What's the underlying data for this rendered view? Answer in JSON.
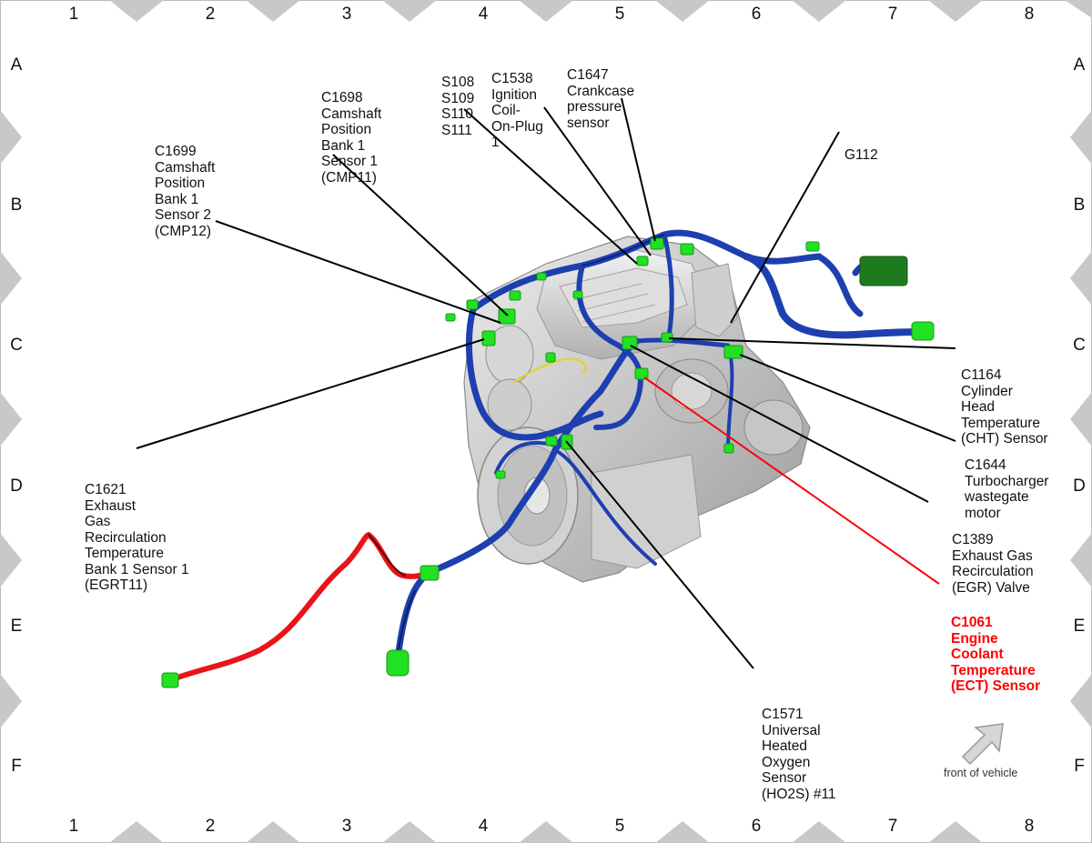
{
  "grid": {
    "columns": [
      "1",
      "2",
      "3",
      "4",
      "5",
      "6",
      "7",
      "8"
    ],
    "rows": [
      "A",
      "B",
      "C",
      "D",
      "E",
      "F"
    ]
  },
  "callouts": [
    {
      "id": "c1699",
      "lines": [
        "C1699",
        "Camshaft",
        "Position",
        "Bank 1",
        "Sensor 2",
        "(CMP12)"
      ]
    },
    {
      "id": "c1698",
      "lines": [
        "C1698",
        "Camshaft",
        "Position",
        "Bank 1",
        "Sensor 1",
        "(CMP11)"
      ]
    },
    {
      "id": "s108",
      "lines": [
        "S108",
        "S109",
        "S110",
        "S111"
      ]
    },
    {
      "id": "c1538",
      "lines": [
        "C1538",
        "Ignition",
        "Coil-",
        "On-Plug",
        "1"
      ]
    },
    {
      "id": "c1647",
      "lines": [
        "C1647",
        "Crankcase",
        "pressure",
        "sensor"
      ]
    },
    {
      "id": "g112",
      "lines": [
        "G112"
      ]
    },
    {
      "id": "c1164",
      "lines": [
        "C1164",
        "Cylinder",
        "Head",
        "Temperature",
        "(CHT) Sensor"
      ]
    },
    {
      "id": "c1644",
      "lines": [
        "C1644",
        "Turbocharger",
        "wastegate",
        "motor"
      ]
    },
    {
      "id": "c1389",
      "lines": [
        "C1389",
        "Exhaust Gas",
        "Recirculation",
        "(EGR) Valve"
      ]
    },
    {
      "id": "c1061",
      "lines": [
        "C1061",
        "Engine",
        "Coolant",
        "Temperature",
        "(ECT) Sensor"
      ],
      "highlight": true
    },
    {
      "id": "c1571",
      "lines": [
        "C1571",
        "Universal",
        "Heated",
        "Oxygen",
        "Sensor",
        "(HO2S) #11"
      ]
    },
    {
      "id": "c1621",
      "lines": [
        "C1621",
        "Exhaust",
        "Gas",
        "Recirculation",
        "Temperature",
        "Bank 1 Sensor 1",
        "(EGRT11)"
      ]
    }
  ],
  "orientation": {
    "label": "front of vehicle",
    "icon": "arrow-icon"
  },
  "colors": {
    "harness": "#1d3fb0",
    "harness_dark": "#0d1f6b",
    "connector": "#22e022",
    "highlight_harness": "#e8141a",
    "highlight_text": "#ff0000",
    "engine": "#c8c8c8",
    "marker": "#c8c8c8"
  }
}
